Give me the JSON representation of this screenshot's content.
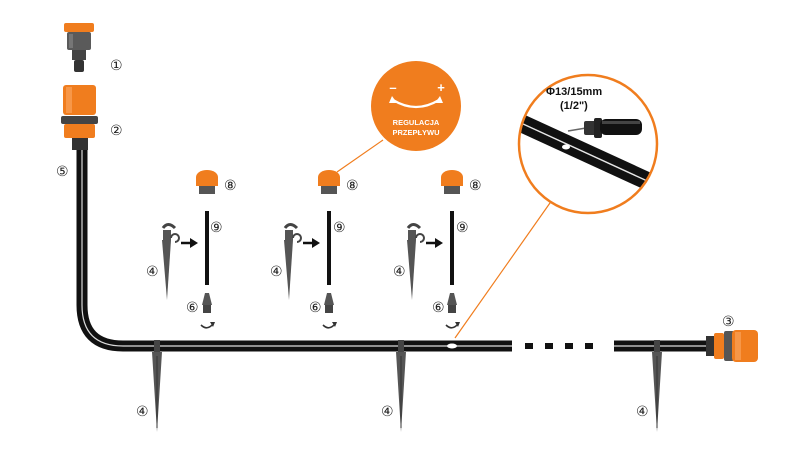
{
  "numbers": {
    "n1": "①",
    "n2": "②",
    "n3": "③",
    "n4": "④",
    "n5": "⑤",
    "n6": "⑥",
    "n8": "⑧",
    "n9": "⑨"
  },
  "flow_badge": {
    "minus": "–",
    "plus": "+",
    "line1": "REGULACJA",
    "line2": "PRZEPŁYWU"
  },
  "pipe_detail": {
    "diameter": "Φ13/15mm",
    "inch": "(1/2\")"
  },
  "colors": {
    "accent": "#f07d1e",
    "pipe": "#111111",
    "gray": "#5a5a5a"
  },
  "icons": [
    "hose-connector-icon",
    "quick-coupler-icon",
    "end-stop-icon",
    "stake-icon",
    "dripper-icon",
    "barb-connector-icon",
    "rotate-arrow-icon",
    "punch-tool-icon"
  ]
}
